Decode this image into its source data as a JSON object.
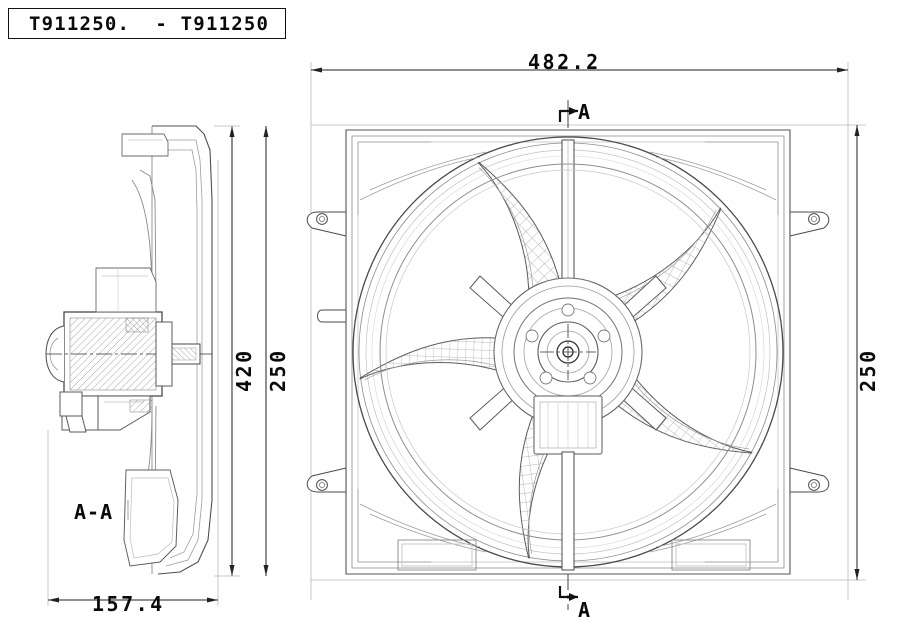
{
  "drawing": {
    "title_block": {
      "part_number_text": "T911250.  - T911250"
    },
    "dimensions": {
      "overall_width": "482.2",
      "fan_diameter": "420",
      "shroud_height_left": "250",
      "shroud_height_right": "250",
      "depth": "157.4"
    },
    "section": {
      "arrow_top_label": "A",
      "arrow_bottom_label": "A",
      "section_view_label": "A-A"
    },
    "colors": {
      "line": "#111111",
      "thin_line": "#777777",
      "hatch": "#9a9a9a",
      "background": "#ffffff"
    }
  }
}
